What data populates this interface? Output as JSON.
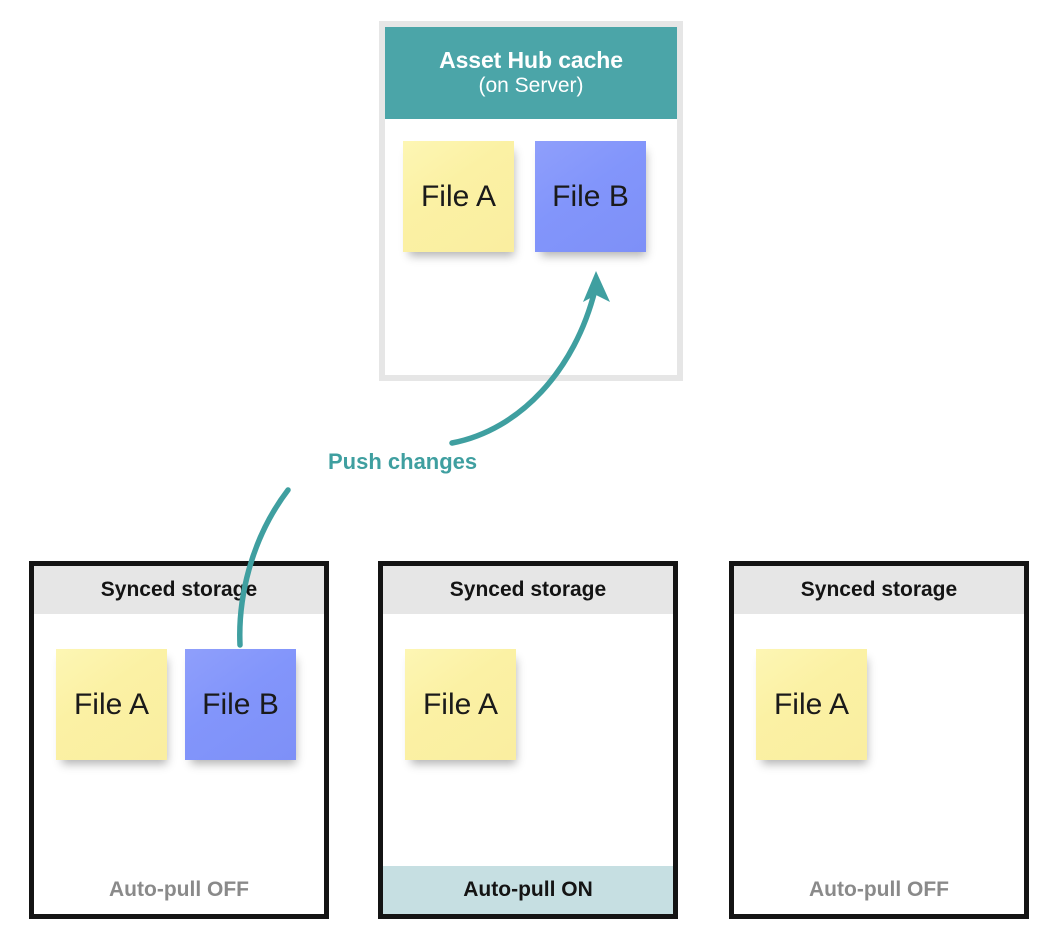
{
  "diagram": {
    "title_semantic": "asset-hub-sync-diagram",
    "colors": {
      "teal_header": "#4ba5a8",
      "teal_accent": "#3f9fa0",
      "teal_footer": "#c6dfe2",
      "note_yellow": "#fbf1a4",
      "note_blue": "#8295fb",
      "panel_border": "#141414",
      "server_border": "#e6e6e6",
      "header_gray": "#e6e6e6",
      "muted_text": "#8a8a8a"
    }
  },
  "server": {
    "title_main": "Asset Hub cache",
    "title_sub": "(on Server)",
    "notes": [
      {
        "label": "File A",
        "color": "yellow"
      },
      {
        "label": "File B",
        "color": "blue"
      }
    ]
  },
  "arrow": {
    "label": "Push changes"
  },
  "clients": [
    {
      "header": "Synced storage",
      "notes": [
        {
          "label": "File A",
          "color": "yellow"
        },
        {
          "label": "File B",
          "color": "blue"
        }
      ],
      "footer": "Auto-pull OFF",
      "footer_state": "off"
    },
    {
      "header": "Synced storage",
      "notes": [
        {
          "label": "File A",
          "color": "yellow"
        }
      ],
      "footer": "Auto-pull ON",
      "footer_state": "on"
    },
    {
      "header": "Synced storage",
      "notes": [
        {
          "label": "File A",
          "color": "yellow"
        }
      ],
      "footer": "Auto-pull OFF",
      "footer_state": "off"
    }
  ]
}
